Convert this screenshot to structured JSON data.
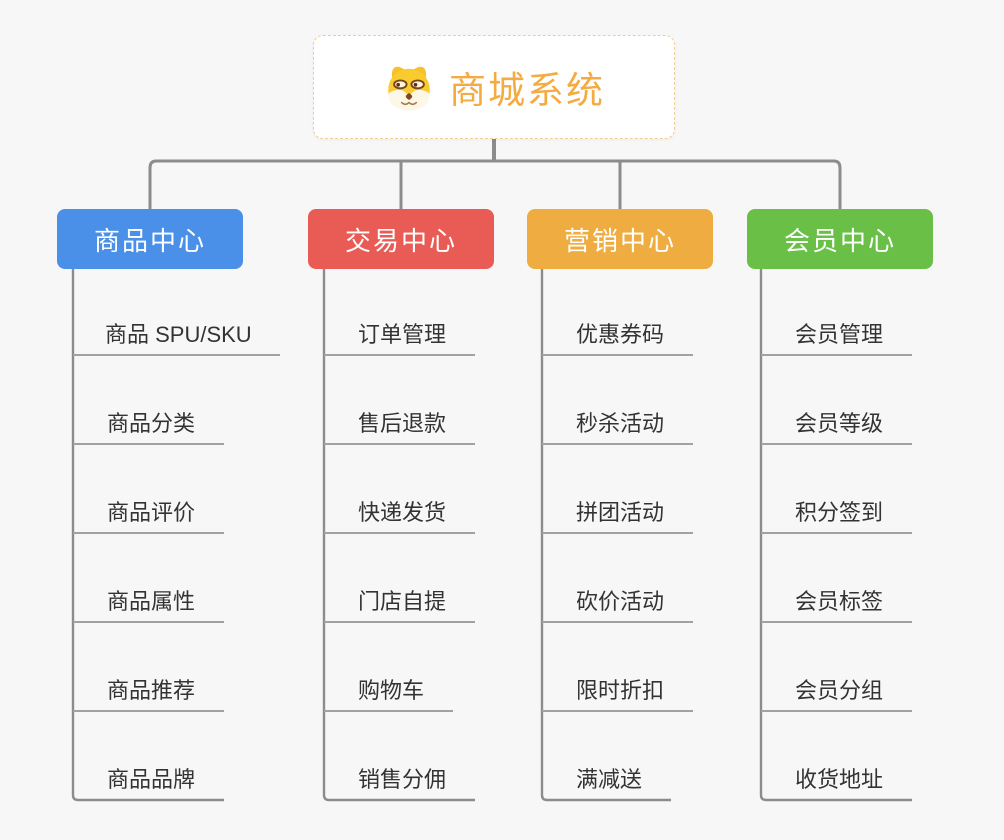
{
  "root": {
    "title": "商城系统",
    "icon": "doge-icon",
    "title_color": "#F4AB41",
    "border_color": "#F2CD93"
  },
  "branches": [
    {
      "label": "商品中心",
      "color": "#4A90E8",
      "items": [
        "商品 SPU/SKU",
        "商品分类",
        "商品评价",
        "商品属性",
        "商品推荐",
        "商品品牌"
      ]
    },
    {
      "label": "交易中心",
      "color": "#E95B55",
      "items": [
        "订单管理",
        "售后退款",
        "快递发货",
        "门店自提",
        "购物车",
        "销售分佣"
      ]
    },
    {
      "label": "营销中心",
      "color": "#EFAD41",
      "items": [
        "优惠券码",
        "秒杀活动",
        "拼团活动",
        "砍价活动",
        "限时折扣",
        "满减送"
      ]
    },
    {
      "label": "会员中心",
      "color": "#6AC047",
      "items": [
        "会员管理",
        "会员等级",
        "积分签到",
        "会员标签",
        "会员分组",
        "收货地址"
      ]
    }
  ],
  "canvas": {
    "background": "#F7F7F7",
    "connector_color": "#8C8C8C",
    "underline_color": "#A1A1A1",
    "leaf_text_color": "#333333"
  }
}
